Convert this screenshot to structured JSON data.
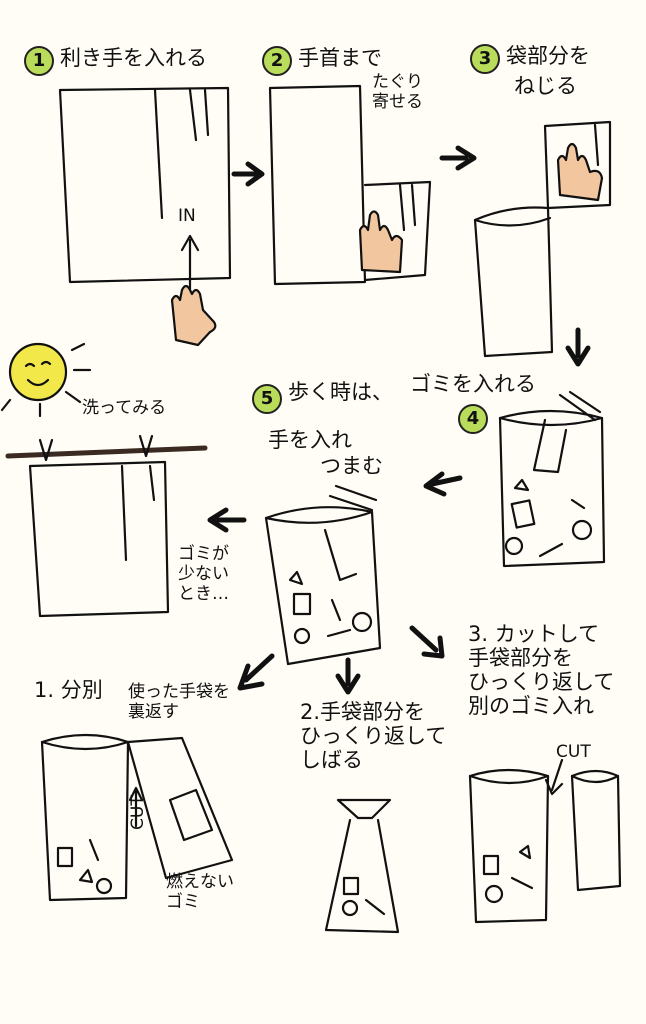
{
  "steps": {
    "s1": {
      "num": "1",
      "label": "利き手を入れる"
    },
    "s2": {
      "num": "2",
      "label": "手首まで",
      "label2": "たぐり\n寄せる"
    },
    "s3": {
      "num": "3",
      "label": "袋部分を",
      "label2": "ねじる"
    },
    "s4": {
      "num": "4",
      "label": "ゴミを入れる"
    },
    "s5": {
      "num": "5",
      "label": "歩く時は、",
      "label2": "手を入れ",
      "label3": "つまむ"
    }
  },
  "labels": {
    "in": "IN",
    "wash": "洗ってみる",
    "few_trash": "ゴミが\n少ない\nとき…",
    "cut": "CUT",
    "cut2": "CUT"
  },
  "options": {
    "o1": {
      "title": "1. 分別",
      "sub": "使った手袋を\n裏返す",
      "note": "燃えない\nゴミ"
    },
    "o2": {
      "title": "2.手袋部分を\nひっくり返して\nしばる"
    },
    "o3": {
      "title": "3. カットして\n手袋部分を\nひっくり返して\n別のゴミ入れ"
    }
  },
  "colors": {
    "accent": "#b9dc5a",
    "sun": "#f3e84a",
    "skin": "#f2c7a0"
  }
}
